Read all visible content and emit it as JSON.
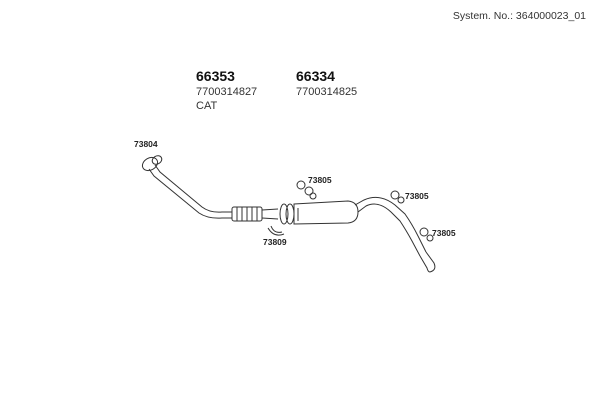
{
  "system_label": "System. No.: 364000023_01",
  "parts": [
    {
      "number": "66353",
      "oe": "7700314827",
      "note": "CAT"
    },
    {
      "number": "66334",
      "oe": "7700314825",
      "note": ""
    }
  ],
  "callouts": {
    "front_ring": "73804",
    "clamp": "73809",
    "hanger_a": "73805",
    "hanger_b": "73805",
    "hanger_c": "73805"
  }
}
